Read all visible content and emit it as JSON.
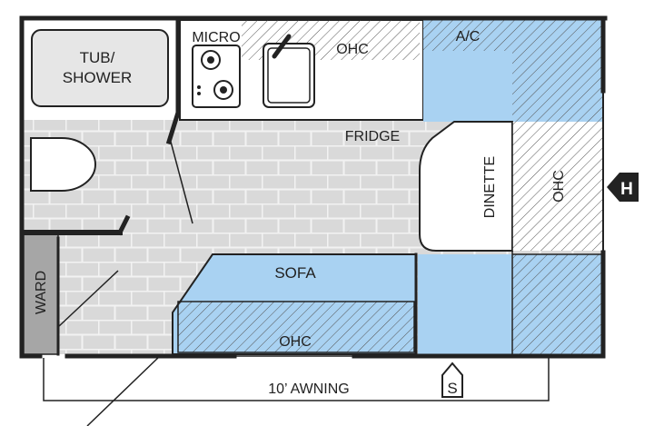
{
  "labels": {
    "tub_shower_line1": "TUB/",
    "tub_shower_line2": "SHOWER",
    "micro": "MICRO",
    "ohc_kitchen": "OHC",
    "ac": "A/C",
    "fridge": "FRIDGE",
    "dinette": "DINETTE",
    "ohc_dinette": "OHC",
    "sofa": "SOFA",
    "ohc_sofa": "OHC",
    "ward": "WARD",
    "awning": "10’ AWNING",
    "hitch_marker": "H",
    "spare_marker": "S"
  },
  "colors": {
    "wall": "#222222",
    "floor": "#d9d9d9",
    "floor_tile_line": "#f2f2f2",
    "fixture": "#e6e6e6",
    "cushion": "#a9d2f2",
    "hatch": "#555555",
    "wardrobe": "#a6a6a6",
    "marker": "#222222"
  }
}
